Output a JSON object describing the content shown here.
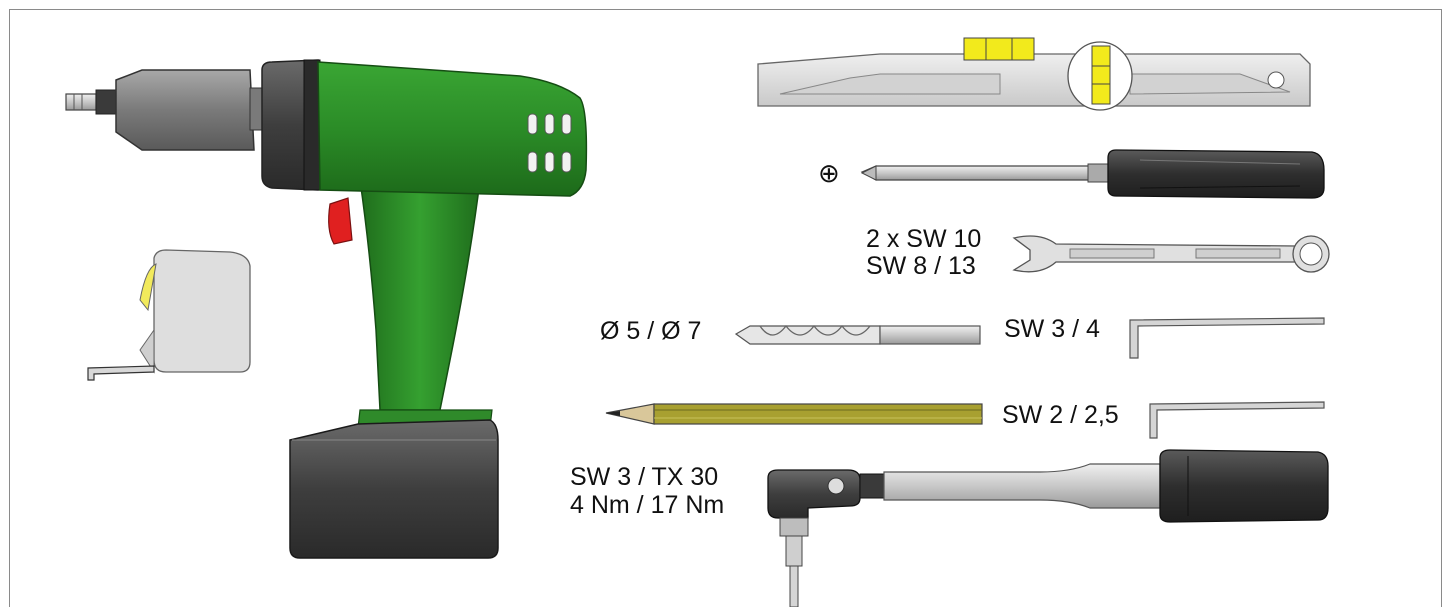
{
  "labels": {
    "phillips_symbol": "⊕",
    "wrench_line1": "2 x SW 10",
    "wrench_line2": "SW 8 / 13",
    "drill_bit": "Ø 5 / Ø 7",
    "hex_key_large": "SW 3 / 4",
    "hex_key_small": "SW 2 / 2,5",
    "torque_line1": "SW 3 / TX 30",
    "torque_line2": "4 Nm / 17 Nm"
  },
  "tools": [
    {
      "name": "cordless-drill",
      "accent": "#2f8a2a"
    },
    {
      "name": "tape-measure",
      "accent": "#d9d9d9"
    },
    {
      "name": "spirit-level",
      "accent": "#f2ea1c"
    },
    {
      "name": "phillips-screwdriver",
      "accent": "#3a3a3a"
    },
    {
      "name": "combination-wrench",
      "accent": "#d4d4d4"
    },
    {
      "name": "drill-bit",
      "accent": "#cfcfcf"
    },
    {
      "name": "pencil",
      "accent": "#9a9a2e"
    },
    {
      "name": "hex-key",
      "accent": "#d0d0d0"
    },
    {
      "name": "torque-screwdriver",
      "accent": "#3a3a3a"
    }
  ]
}
